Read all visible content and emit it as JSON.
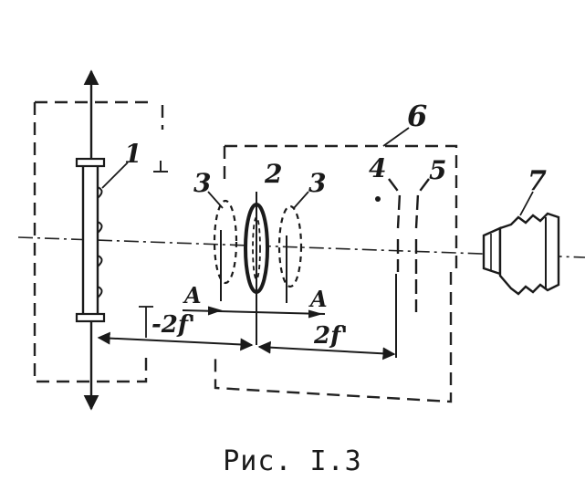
{
  "figure": {
    "labels": {
      "part1": "1",
      "part2": "2",
      "part3_left": "3",
      "part3_right": "3",
      "part4": "4",
      "part5": "5",
      "part6": "6",
      "part7": "7",
      "mark_a_left": "A",
      "mark_a_right": "A"
    },
    "dimensions": {
      "left": "-2f'",
      "right": "2f'"
    }
  },
  "caption": "Рис. I.3"
}
